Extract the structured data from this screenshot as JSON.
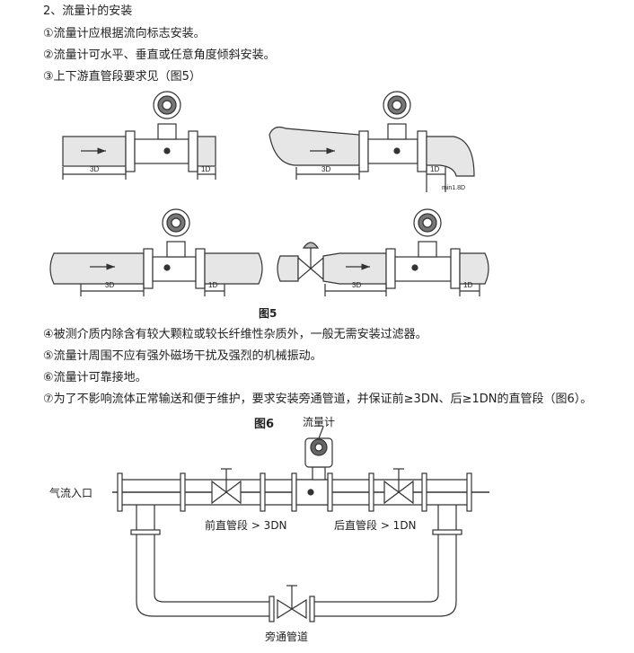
{
  "section_title": "2、流量计的安装",
  "steps_a": [
    "①流量计应根据流向标志安装。",
    "②流量计可水平、垂直或任意角度倾斜安装。",
    "③上下游直管段要求见（图5）"
  ],
  "fig5": {
    "caption": "图5",
    "label_3d": "3D",
    "label_1d": "1D",
    "label_min": "min1.8D"
  },
  "steps_b": [
    "④被测介质内除含有较大颗粒或较长纤维性杂质外，一般无需安装过滤器。",
    "⑤流量计周围不应有强外磁场干扰及强烈的机械振动。",
    "⑥流量计可靠接地。",
    "⑦为了不影响流体正常输送和便于维护，要求安装旁通管道，并保证前≥3DN、后≥1DN的直管段（图6）。"
  ],
  "fig6": {
    "caption": "图6",
    "meter_label": "流量计",
    "inlet_label": "气流入口",
    "front_label": "前直管段 > 3DN",
    "rear_label": "后直管段 > 1DN",
    "bypass_label": "旁通管道"
  }
}
